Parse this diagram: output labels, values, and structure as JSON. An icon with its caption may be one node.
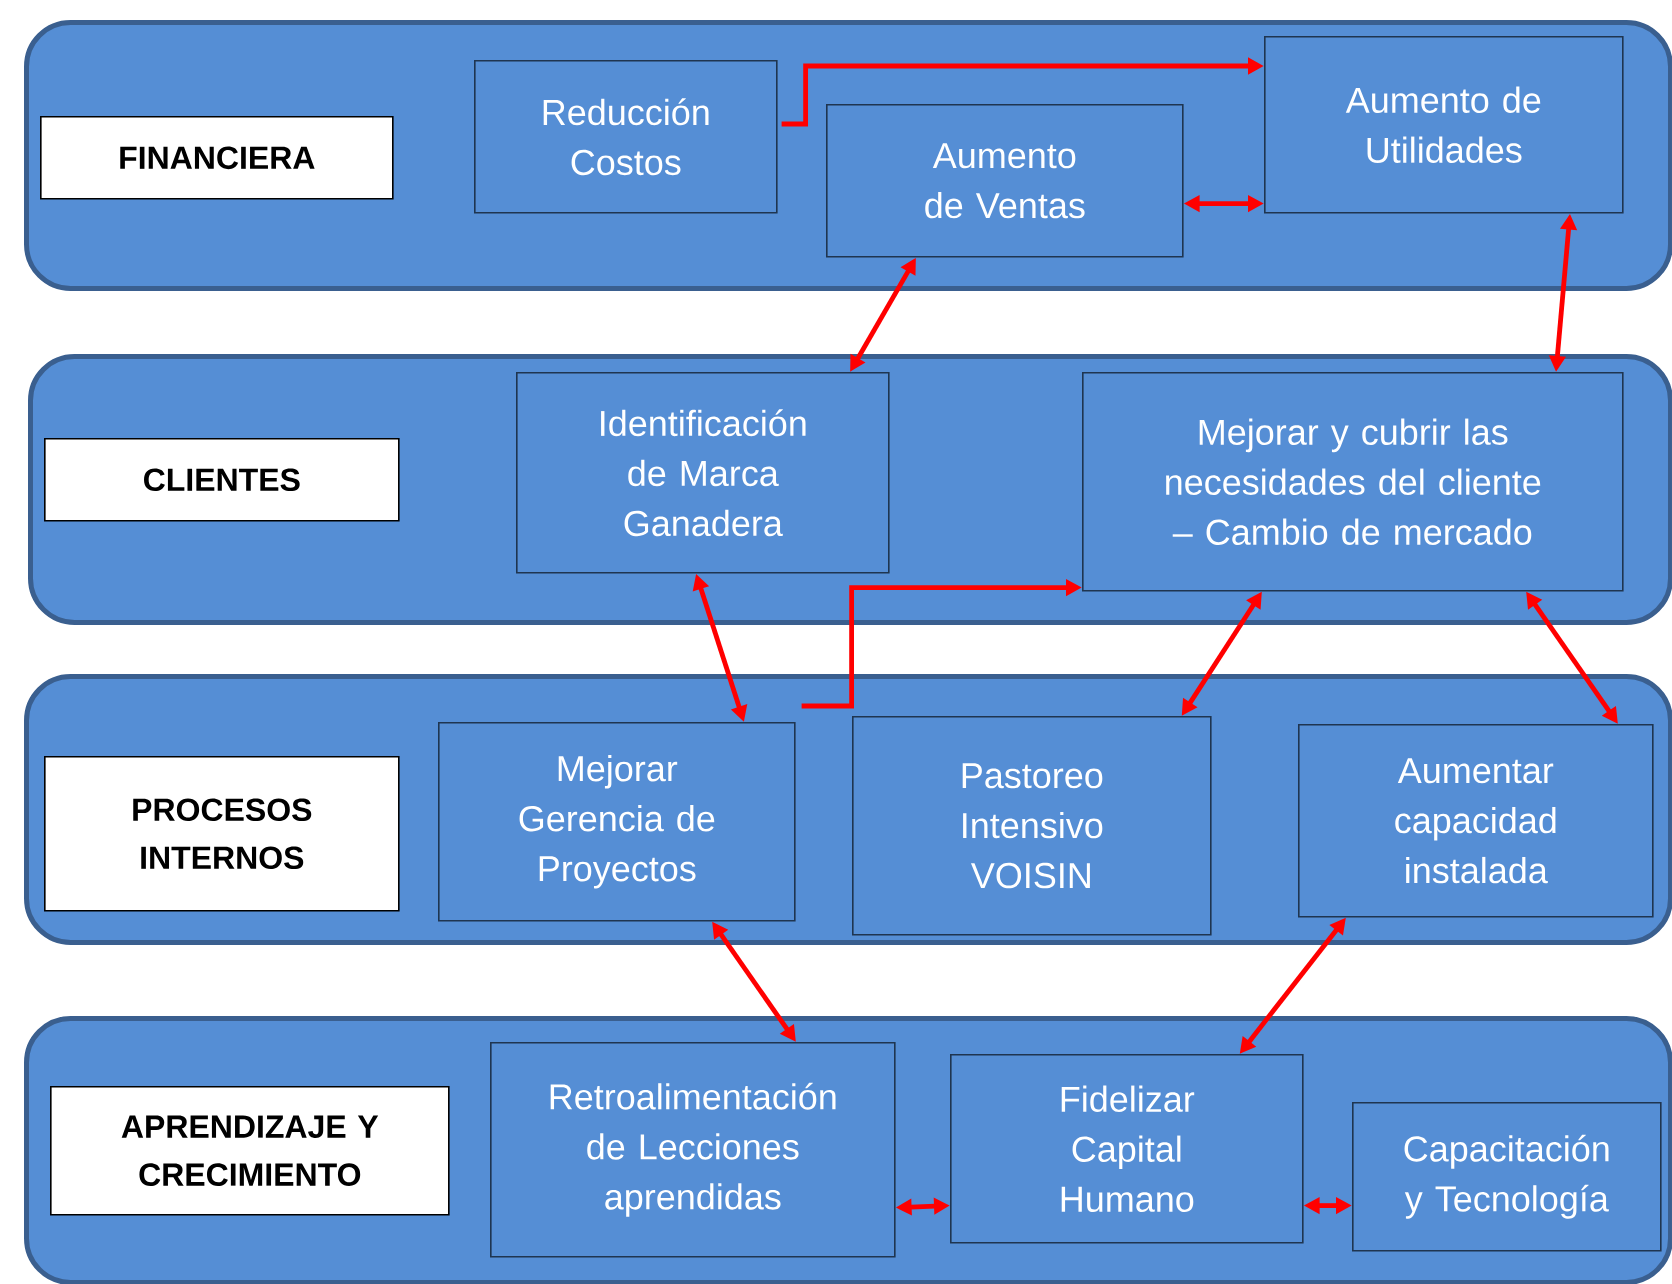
{
  "diagram": {
    "nodes": [
      {
        "text": [],
        "shape": "box"
      },
      {
        "text": [
          "FINANCIERA"
        ],
        "in": 0
      },
      {
        "text": [
          "Reducción Costos"
        ],
        "in": 0
      },
      {
        "text": [
          "Aumento de Ventas"
        ],
        "in": 0
      },
      {
        "text": [
          "Aumento de Utilidades"
        ],
        "in": 0
      },
      {
        "text": [],
        "shape": "box"
      },
      {
        "text": [
          "CLIENTES"
        ],
        "in": 5
      },
      {
        "text": [
          "Identificación de Marca Ganadera"
        ],
        "in": 5
      },
      {
        "text": [
          "Mejorar y cubrir las necesidades del cliente – Cambio de mercado"
        ],
        "in": 5
      },
      {
        "text": [],
        "shape": "box"
      },
      {
        "text": [
          "PROCESOS INTERNOS"
        ],
        "in": 9
      },
      {
        "text": [
          "Mejorar Gerencia de Proyectos"
        ],
        "in": 9
      },
      {
        "text": [
          "Pastoreo Intensivo VOISIN"
        ],
        "in": 9
      },
      {
        "text": [
          "Aumentar capacidad instalada"
        ],
        "in": 9
      },
      {
        "text": [],
        "shape": "box"
      },
      {
        "text": [
          "APRENDIZAJE Y CRECIMIENTO"
        ],
        "in": 14
      },
      {
        "text": [
          "Retroalimentación de Lecciones aprendidas"
        ],
        "in": 14
      },
      {
        "text": [
          "Fidelizar Capital Humano"
        ],
        "in": 14
      },
      {
        "text": [
          "Capacitación y Tecnología"
        ],
        "in": 14
      }
    ],
    "edges": [
      {
        "from": 2,
        "to": 4,
        "arrow": "to"
      },
      {
        "from": 3,
        "to": 4,
        "arrow": "both"
      },
      {
        "from": 3,
        "to": 7,
        "arrow": "both"
      },
      {
        "from": 4,
        "to": 8,
        "arrow": "both"
      },
      {
        "from": 7,
        "to": 11,
        "arrow": "both"
      },
      {
        "from": 11,
        "to": 8,
        "arrow": "to"
      },
      {
        "from": 8,
        "to": 12,
        "arrow": "both"
      },
      {
        "from": 8,
        "to": 13,
        "arrow": "both"
      },
      {
        "from": 11,
        "to": 16,
        "arrow": "both"
      },
      {
        "from": 13,
        "to": 17,
        "arrow": "both"
      },
      {
        "from": 16,
        "to": 17,
        "arrow": "both"
      },
      {
        "from": 17,
        "to": 18,
        "arrow": "both"
      }
    ]
  }
}
